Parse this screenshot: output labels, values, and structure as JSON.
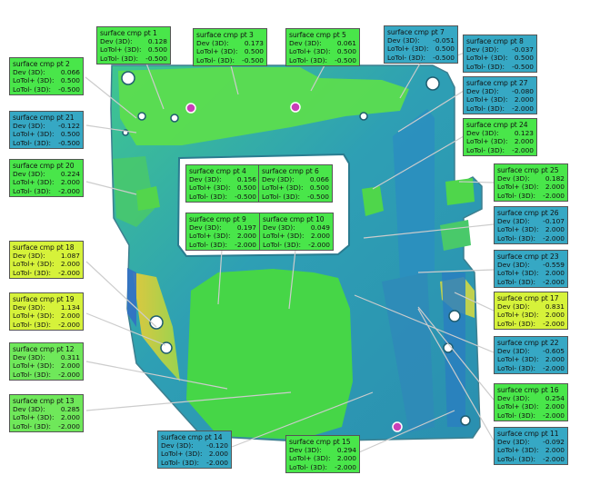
{
  "row_labels": {
    "dev": "Dev (3D):",
    "lotol_plus": "LoTol+ (3D):",
    "lotol_minus": "LoTol- (3D):"
  },
  "callouts": [
    {
      "name": "surface cmp pt 1",
      "dev": "0.128",
      "plus": "0.500",
      "minus": "-0.500",
      "color": "#49e64a"
    },
    {
      "name": "surface cmp pt 2",
      "dev": "0.066",
      "plus": "0.500",
      "minus": "-0.500",
      "color": "#49e64a"
    },
    {
      "name": "surface cmp pt 3",
      "dev": "0.173",
      "plus": "0.500",
      "minus": "-0.500",
      "color": "#49e64a"
    },
    {
      "name": "surface cmp pt 5",
      "dev": "0.061",
      "plus": "0.500",
      "minus": "-0.500",
      "color": "#49e64a"
    },
    {
      "name": "surface cmp pt 7",
      "dev": "-0.051",
      "plus": "0.500",
      "minus": "-0.500",
      "color": "#36a8c4"
    },
    {
      "name": "surface cmp pt 8",
      "dev": "-0.037",
      "plus": "0.500",
      "minus": "-0.500",
      "color": "#36a8c4"
    },
    {
      "name": "surface cmp pt 27",
      "dev": "-0.080",
      "plus": "2.000",
      "minus": "-2.000",
      "color": "#36a8c4"
    },
    {
      "name": "surface cmp pt 21",
      "dev": "-0.122",
      "plus": "0.500",
      "minus": "-0.500",
      "color": "#36a8c4"
    },
    {
      "name": "surface cmp pt 24",
      "dev": "0.123",
      "plus": "2.000",
      "minus": "-2.000",
      "color": "#49e64a"
    },
    {
      "name": "surface cmp pt 20",
      "dev": "0.224",
      "plus": "2.000",
      "minus": "-2.000",
      "color": "#49e64a"
    },
    {
      "name": "surface cmp pt 4",
      "dev": "0.156",
      "plus": "0.500",
      "minus": "-0.500",
      "color": "#49e64a"
    },
    {
      "name": "surface cmp pt 6",
      "dev": "0.066",
      "plus": "0.500",
      "minus": "-0.500",
      "color": "#49e64a"
    },
    {
      "name": "surface cmp pt 25",
      "dev": "0.182",
      "plus": "2.000",
      "minus": "-2.000",
      "color": "#49e64a"
    },
    {
      "name": "surface cmp pt 26",
      "dev": "-0.107",
      "plus": "2.000",
      "minus": "-2.000",
      "color": "#36a8c4"
    },
    {
      "name": "surface cmp pt 9",
      "dev": "0.197",
      "plus": "2.000",
      "minus": "-2.000",
      "color": "#49e64a"
    },
    {
      "name": "surface cmp pt 10",
      "dev": "0.049",
      "plus": "2.000",
      "minus": "-2.000",
      "color": "#49e64a"
    },
    {
      "name": "surface cmp pt 18",
      "dev": "1.087",
      "plus": "2.000",
      "minus": "-2.000",
      "color": "#d6f23a"
    },
    {
      "name": "surface cmp pt 23",
      "dev": "-0.559",
      "plus": "2.000",
      "minus": "-2.000",
      "color": "#36a8c4"
    },
    {
      "name": "surface cmp pt 19",
      "dev": "1.134",
      "plus": "2.000",
      "minus": "-2.000",
      "color": "#d6f23a"
    },
    {
      "name": "surface cmp pt 17",
      "dev": "0.831",
      "plus": "2.000",
      "minus": "-2.000",
      "color": "#d6f23a"
    },
    {
      "name": "surface cmp pt 12",
      "dev": "0.311",
      "plus": "2.000",
      "minus": "-2.000",
      "color": "#6fe85a"
    },
    {
      "name": "surface cmp pt 22",
      "dev": "-0.605",
      "plus": "2.000",
      "minus": "-2.000",
      "color": "#36a8c4"
    },
    {
      "name": "surface cmp pt 16",
      "dev": "0.254",
      "plus": "2.000",
      "minus": "-2.000",
      "color": "#49e64a"
    },
    {
      "name": "surface cmp pt 13",
      "dev": "0.285",
      "plus": "2.000",
      "minus": "-2.000",
      "color": "#6fe85a"
    },
    {
      "name": "surface cmp pt 14",
      "dev": "-0.120",
      "plus": "2.000",
      "minus": "-2.000",
      "color": "#36a8c4"
    },
    {
      "name": "surface cmp pt 15",
      "dev": "0.294",
      "plus": "2.000",
      "minus": "-2.000",
      "color": "#49e64a"
    },
    {
      "name": "surface cmp pt 11",
      "dev": "-0.092",
      "plus": "2.000",
      "minus": "-2.000",
      "color": "#36a8c4"
    }
  ]
}
